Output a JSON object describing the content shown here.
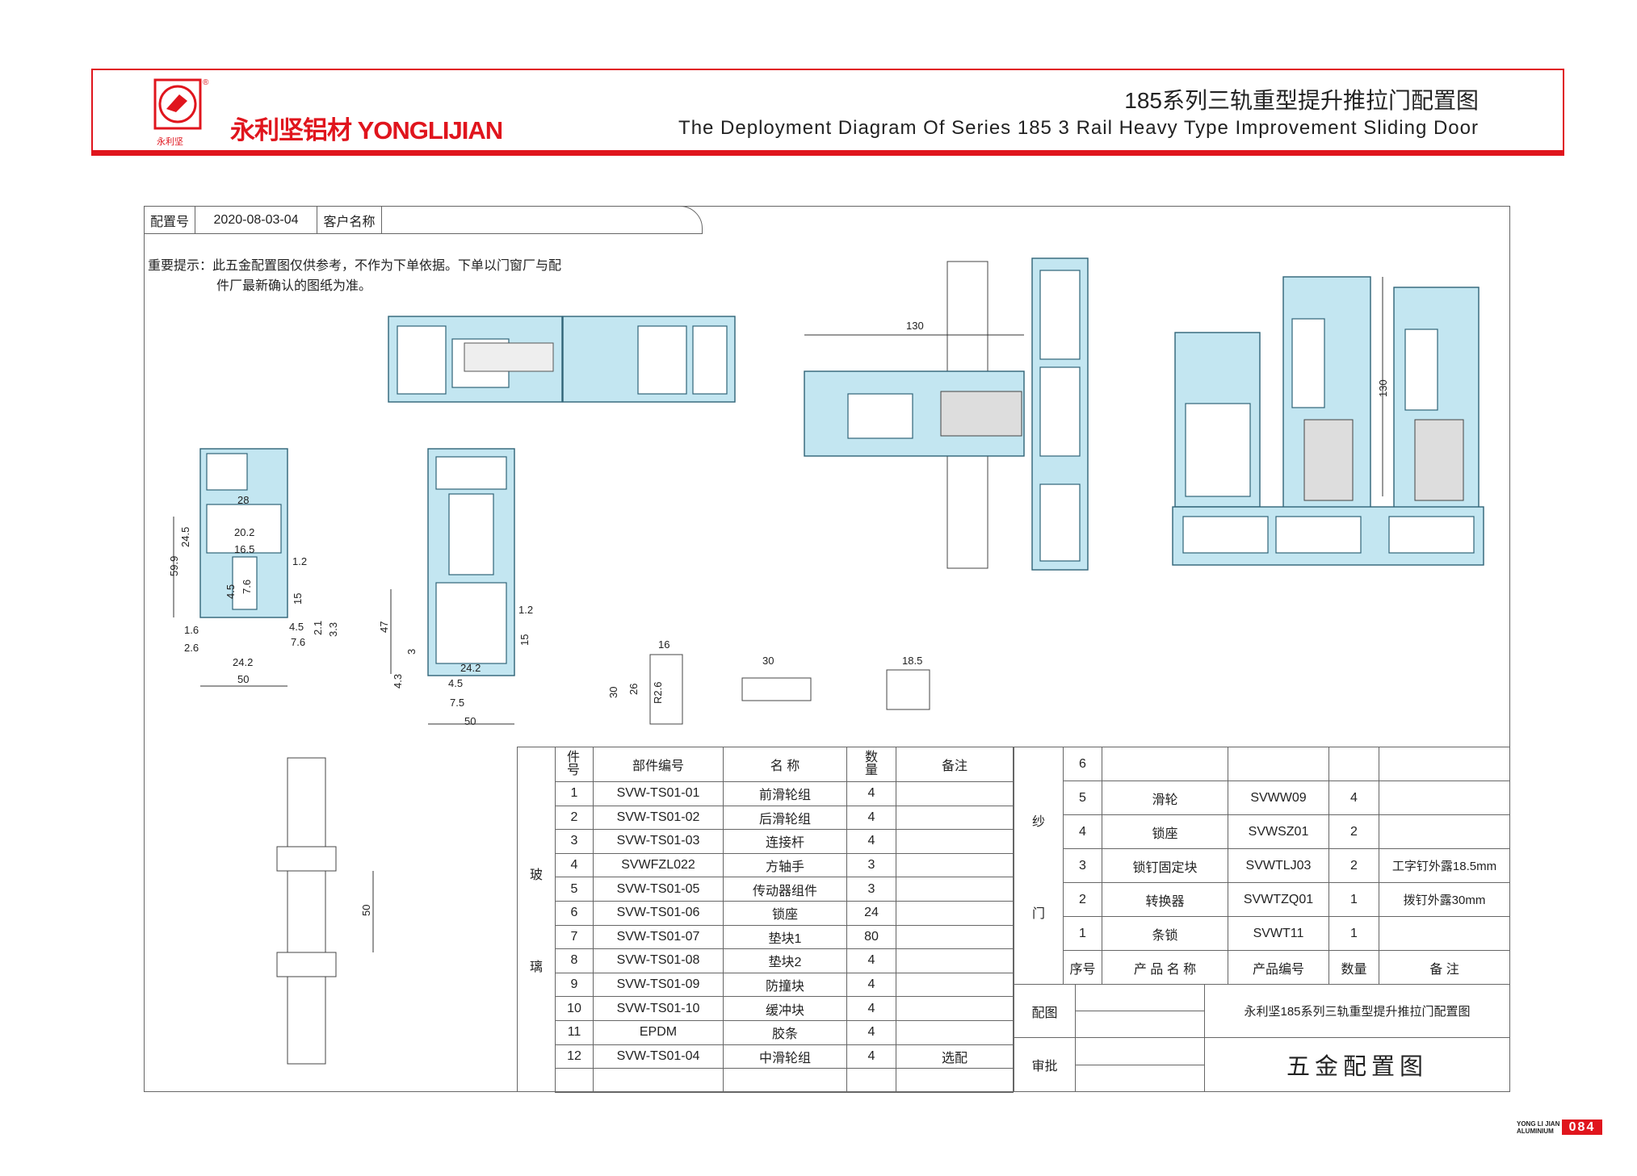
{
  "header": {
    "brand_cn": "永利坚铝材",
    "brand_en": "YONGLIJIAN",
    "logo_text": "永利坚",
    "title_cn": "185系列三轨重型提升推拉门配置图",
    "title_en": "The Deployment Diagram Of Series 185 3 Rail Heavy Type Improvement Sliding Door"
  },
  "info": {
    "config_label": "配置号",
    "config_value": "2020-08-03-04",
    "customer_label": "客户名称",
    "customer_value": ""
  },
  "note": {
    "line1": "重要提示：此五金配置图仅供参考，不作为下单依据。下单以门窗厂与配",
    "line2": "件厂最新确认的图纸为准。"
  },
  "dims": {
    "a28": "28",
    "a202": "20.2",
    "a165": "16.5",
    "a599": "59.9",
    "a245": "24.5",
    "a12": "1.2",
    "a45v": "4.5",
    "a76v": "7.6",
    "a15": "15",
    "a16": "1.6",
    "a26": "2.6",
    "a45": "4.5",
    "a76": "7.6",
    "a21": "2.1",
    "a33": "3.3",
    "a242": "24.2",
    "a50": "50",
    "b12": "1.2",
    "b15": "15",
    "b47": "47",
    "b3": "3",
    "b43": "4.3",
    "b242": "24.2",
    "b45": "4.5",
    "b75": "7.5",
    "b50": "50",
    "t130": "130",
    "r130": "130",
    "s16": "16",
    "s30v": "30",
    "s26": "26",
    "sr26": "R2.6",
    "s30": "30",
    "s185": "18.5",
    "h50": "50"
  },
  "glass_table": {
    "group_label_1": "玻",
    "group_label_2": "璃",
    "headers": {
      "no": "件号",
      "code": "部件编号",
      "name": "名 称",
      "qty": "数量",
      "remark": "备注"
    },
    "rows": [
      {
        "no": "1",
        "code": "SVW-TS01-01",
        "name": "前滑轮组",
        "qty": "4",
        "remark": ""
      },
      {
        "no": "2",
        "code": "SVW-TS01-02",
        "name": "后滑轮组",
        "qty": "4",
        "remark": ""
      },
      {
        "no": "3",
        "code": "SVW-TS01-03",
        "name": "连接杆",
        "qty": "4",
        "remark": ""
      },
      {
        "no": "4",
        "code": "SVWFZL022",
        "name": "方轴手",
        "qty": "3",
        "remark": ""
      },
      {
        "no": "5",
        "code": "SVW-TS01-05",
        "name": "传动器组件",
        "qty": "3",
        "remark": ""
      },
      {
        "no": "6",
        "code": "SVW-TS01-06",
        "name": "锁座",
        "qty": "24",
        "remark": ""
      },
      {
        "no": "7",
        "code": "SVW-TS01-07",
        "name": "垫块1",
        "qty": "80",
        "remark": ""
      },
      {
        "no": "8",
        "code": "SVW-TS01-08",
        "name": "垫块2",
        "qty": "4",
        "remark": ""
      },
      {
        "no": "9",
        "code": "SVW-TS01-09",
        "name": "防撞块",
        "qty": "4",
        "remark": ""
      },
      {
        "no": "10",
        "code": "SVW-TS01-10",
        "name": "缓冲块",
        "qty": "4",
        "remark": ""
      },
      {
        "no": "11",
        "code": "EPDM",
        "name": "胶条",
        "qty": "4",
        "remark": ""
      },
      {
        "no": "12",
        "code": "SVW-TS01-04",
        "name": "中滑轮组",
        "qty": "4",
        "remark": "选配"
      }
    ]
  },
  "screen_table": {
    "group_label_1": "纱",
    "group_label_2": "门",
    "headers": {
      "no": "序号",
      "name": "产 品 名 称",
      "code": "产品编号",
      "qty": "数量",
      "remark": "备 注"
    },
    "rows": [
      {
        "no": "6",
        "name": "",
        "code": "",
        "qty": "",
        "remark": ""
      },
      {
        "no": "5",
        "name": "滑轮",
        "code": "SVWW09",
        "qty": "4",
        "remark": ""
      },
      {
        "no": "4",
        "name": "锁座",
        "code": "SVWSZ01",
        "qty": "2",
        "remark": ""
      },
      {
        "no": "3",
        "name": "锁钉固定块",
        "code": "SVWTLJ03",
        "qty": "2",
        "remark": "工字钉外露18.5mm"
      },
      {
        "no": "2",
        "name": "转换器",
        "code": "SVWTZQ01",
        "qty": "1",
        "remark": "拨钉外露30mm"
      },
      {
        "no": "1",
        "name": "条锁",
        "code": "SVWT11",
        "qty": "1",
        "remark": ""
      }
    ]
  },
  "title_block": {
    "drawing_label": "配图",
    "approve_label": "审批",
    "drawing_name": "永利坚185系列三轨重型提升推拉门配置图",
    "sheet_title": "五金配置图"
  },
  "footer": {
    "brand_small": "YONG LI JIAN",
    "aluminium": "ALUMINIUM",
    "page": "084"
  },
  "colors": {
    "brand_red": "#e0151d",
    "profile_fill": "#c3e6f1",
    "profile_stroke": "#2f6377"
  }
}
